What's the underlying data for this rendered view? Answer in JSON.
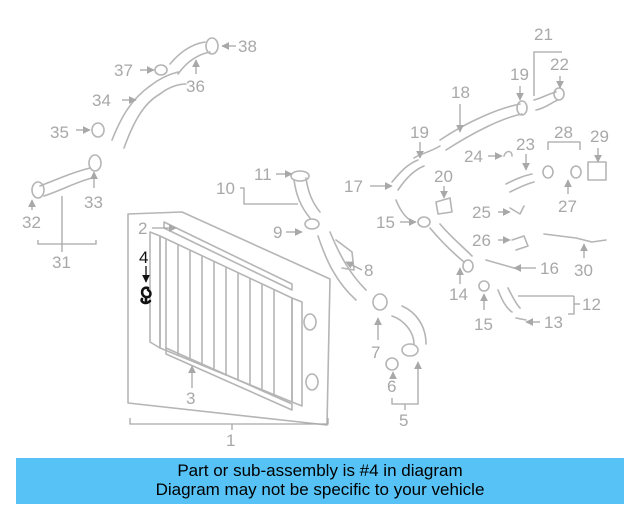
{
  "banner": {
    "line1": "Part or sub-assembly is #4 in diagram",
    "line2": "Diagram may not be specific to your vehicle"
  },
  "highlighted_part": "4",
  "colors": {
    "banner": "#56c2f6",
    "callout": "#a8a8a8",
    "highlight": "#111111",
    "part_outline": "#b5b5b5"
  },
  "callouts": [
    "1",
    "2",
    "3",
    "4",
    "5",
    "6",
    "7",
    "8",
    "9",
    "10",
    "11",
    "12",
    "13",
    "14",
    "15",
    "15",
    "15",
    "16",
    "17",
    "18",
    "19",
    "19",
    "20",
    "21",
    "22",
    "23",
    "24",
    "25",
    "26",
    "27",
    "28",
    "29",
    "30",
    "31",
    "32",
    "33",
    "34",
    "35",
    "36",
    "37",
    "38"
  ]
}
